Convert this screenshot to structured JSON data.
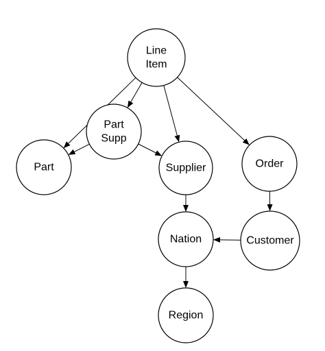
{
  "nodes": [
    {
      "id": "lineitem",
      "lines": [
        "Line",
        "Item"
      ]
    },
    {
      "id": "partsupp",
      "lines": [
        "Part",
        "Supp"
      ]
    },
    {
      "id": "part",
      "lines": [
        "Part"
      ]
    },
    {
      "id": "supplier",
      "lines": [
        "Supplier"
      ]
    },
    {
      "id": "order",
      "lines": [
        "Order"
      ]
    },
    {
      "id": "nation",
      "lines": [
        "Nation"
      ]
    },
    {
      "id": "customer",
      "lines": [
        "Customer"
      ]
    },
    {
      "id": "region",
      "lines": [
        "Region"
      ]
    }
  ],
  "edges": [
    {
      "from": "lineitem",
      "to": "part"
    },
    {
      "from": "lineitem",
      "to": "partsupp"
    },
    {
      "from": "lineitem",
      "to": "supplier"
    },
    {
      "from": "lineitem",
      "to": "order"
    },
    {
      "from": "partsupp",
      "to": "part"
    },
    {
      "from": "partsupp",
      "to": "supplier"
    },
    {
      "from": "supplier",
      "to": "nation"
    },
    {
      "from": "order",
      "to": "customer"
    },
    {
      "from": "customer",
      "to": "nation"
    },
    {
      "from": "nation",
      "to": "region"
    }
  ],
  "colors": {
    "stroke": "#000000",
    "fill": "#ffffff",
    "text": "#000000"
  }
}
